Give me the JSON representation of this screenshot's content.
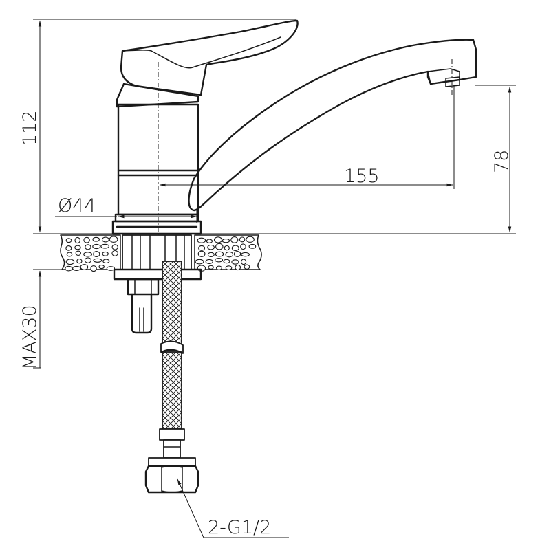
{
  "dimensions": {
    "height_total": "112",
    "spout_reach": "155",
    "spout_height": "78",
    "base_diameter": "Ø44",
    "max_counter_thickness": "MAX30",
    "connection": "2-G1/2"
  },
  "colors": {
    "line": "#1a1a1a",
    "background": "#ffffff"
  }
}
